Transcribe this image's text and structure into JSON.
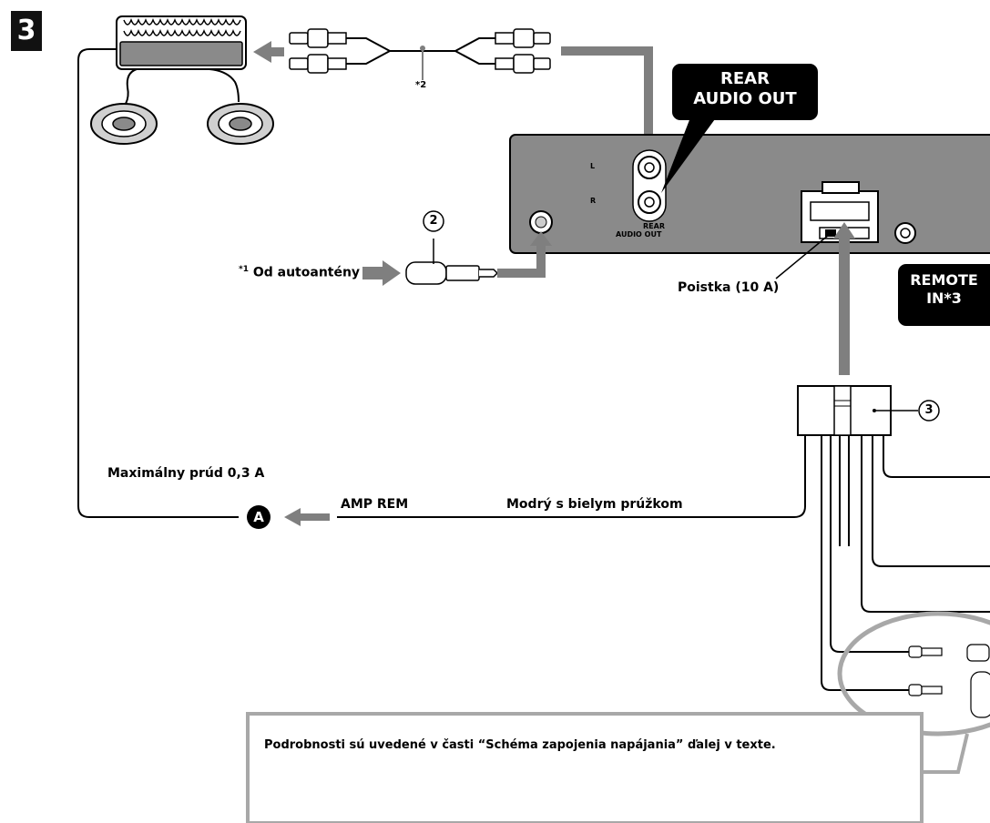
{
  "step_number": "3",
  "callouts": {
    "rear_audio_out": [
      "REAR",
      "AUDIO OUT"
    ],
    "remote_in": [
      "REMOTE",
      "IN*3"
    ]
  },
  "unit_labels": {
    "l": "L",
    "r": "R",
    "rear_audio_out_small": [
      "REAR",
      "AUDIO OUT"
    ]
  },
  "labels": {
    "antenna_prefix": "*1",
    "antenna": "Od autoantény",
    "fuse": "Poistka (10 A)",
    "max_current": "Maximálny prúd 0,3 A",
    "amp_rem": "AMP REM",
    "blue_white": "Modrý s bielym prúžkom",
    "note_2": "*2",
    "circle_a": "A",
    "num_2": "2",
    "num_3": "3"
  },
  "note_box": {
    "text": "Podrobnosti sú uvedené v časti “Schéma zapojenia napájania” ďalej v texte."
  },
  "colors": {
    "arrow_gray": "#7f7f7f",
    "panel_gray": "#8a8a8a",
    "callout_bg": "#000000",
    "oval_gray": "#a8a8a8"
  }
}
